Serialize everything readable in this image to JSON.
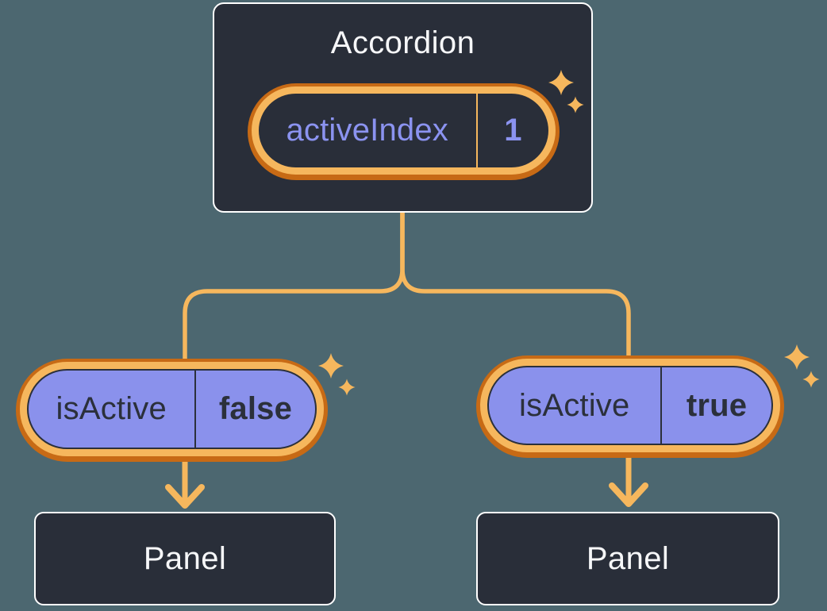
{
  "root": {
    "title": "Accordion",
    "state": {
      "name": "activeIndex",
      "value": "1"
    }
  },
  "children": [
    {
      "prop": {
        "name": "isActive",
        "value": "false"
      },
      "panel_label": "Panel"
    },
    {
      "prop": {
        "name": "isActive",
        "value": "true"
      },
      "panel_label": "Panel"
    }
  ],
  "icons": {
    "sparkle": "four-point-star",
    "arrow": "down-arrow"
  },
  "colors": {
    "background": "#4C6770",
    "node_fill": "#292E39",
    "node_border": "#FFFFFF",
    "orange_light": "#F6B75D",
    "orange_dark": "#C76A15",
    "purple_fill": "#8A91EC",
    "purple_text": "#8B93F0",
    "text_light": "#F6F7F9",
    "text_dark": "#2B303B"
  }
}
